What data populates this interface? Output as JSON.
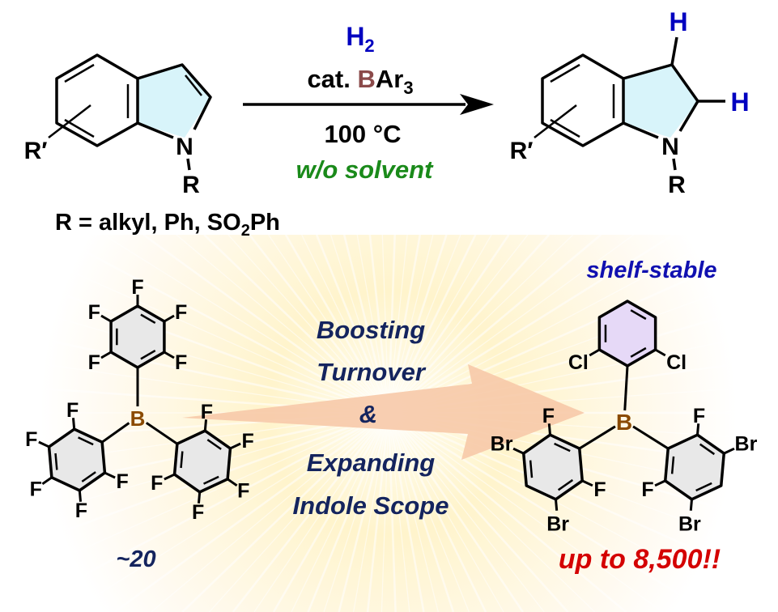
{
  "reaction": {
    "reagent": "H",
    "reagent_sub": "2",
    "catalyst_prefix": "cat. ",
    "catalyst_b": "B",
    "catalyst_ar": "Ar",
    "catalyst_sub": "3",
    "temperature": "100 °C",
    "solvent": "w/o solvent",
    "substrate_n": "N",
    "substrate_r": "R",
    "substrate_rprime": "R′",
    "product_n": "N",
    "product_r": "R",
    "product_rprime": "R′",
    "product_h1": "H",
    "product_h2": "H",
    "r_definition_prefix": "R = alkyl, Ph, SO",
    "r_definition_sub": "2",
    "r_definition_suffix": "Ph"
  },
  "comparison": {
    "left_boron": "B",
    "left_label": "~20",
    "right_boron": "B",
    "right_note": "shelf-stable",
    "right_label": "up to 8,500!!",
    "center_lines": [
      "Boosting",
      "Turnover",
      "&",
      "Expanding",
      "Indole Scope"
    ],
    "rings": {
      "bcf_top": [
        "F",
        "F",
        "F",
        "F",
        "F"
      ],
      "bcf_left": [
        "F",
        "F",
        "F",
        "F",
        "F"
      ],
      "bcf_right": [
        "F",
        "F",
        "F",
        "F",
        "F"
      ],
      "new_top": [
        "Cl",
        null,
        null,
        null,
        "Cl"
      ],
      "new_left": [
        "F",
        "Br",
        null,
        "Br",
        "F"
      ],
      "new_right": [
        "F",
        "Br",
        null,
        "Br",
        "F"
      ]
    }
  },
  "colors": {
    "h_blue": "#0000c0",
    "boron_brown": "#8b4a4a",
    "boron_orange": "#8a4a00",
    "green": "#1a8a1a",
    "navy": "#14245e",
    "red": "#d40000",
    "indole_fill": "#d8f4fa",
    "ring_grey": "#e8e8e8",
    "ring_purple": "#e6d9f7",
    "arrow_peach": "#f7c9a8"
  }
}
